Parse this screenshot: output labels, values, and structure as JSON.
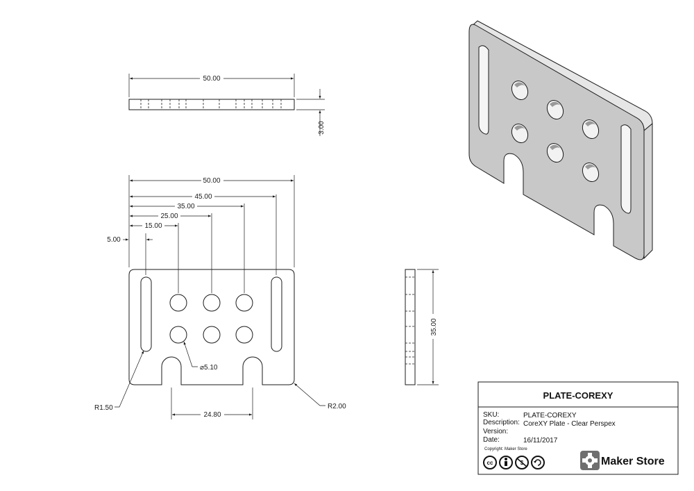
{
  "top_view": {
    "width_dim": "50.00",
    "thickness_dim": "3.00"
  },
  "front_view": {
    "dim_50": "50.00",
    "dim_45": "45.00",
    "dim_35": "35.00",
    "dim_25": "25.00",
    "dim_15": "15.00",
    "dim_5": "5.00",
    "hole_dia": "⌀5.10",
    "radius_small": "R1.50",
    "radius_corner": "R2.00",
    "slot_spacing": "24.80"
  },
  "side_view": {
    "height_dim": "35.00"
  },
  "title_block": {
    "title": "PLATE-COREXY",
    "sku_label": "SKU:",
    "sku_value": "PLATE-COREXY",
    "description_label": "Description:",
    "description_value": "CoreXY Plate - Clear Perspex",
    "version_label": "Version:",
    "version_value": "",
    "date_label": "Date:",
    "date_value": "16/11/2017",
    "copyright": "Copyright: Maker Store",
    "logo_text": "Maker Store",
    "license_icons": [
      "cc-icon",
      "by-icon",
      "nc-icon",
      "sa-icon"
    ]
  }
}
